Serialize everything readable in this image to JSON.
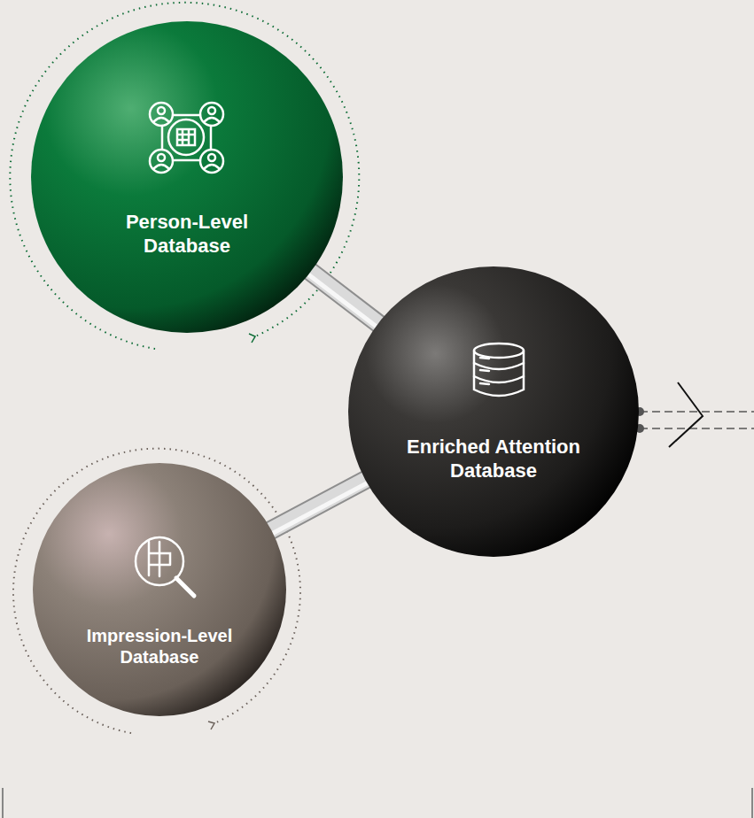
{
  "diagram": {
    "nodes": [
      {
        "text": [
          "Person-Level Database"
        ]
      },
      {
        "text": [
          "Enriched Attention Database"
        ]
      },
      {
        "text": [
          "Impression-Level Database"
        ]
      }
    ],
    "edges": [
      {
        "from": 0,
        "to": 1,
        "arrow": "none"
      },
      {
        "from": 2,
        "to": 1,
        "arrow": "none"
      }
    ]
  }
}
